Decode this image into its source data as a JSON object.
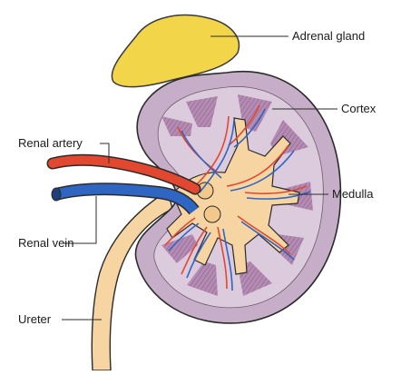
{
  "labels": {
    "adrenal_gland": "Adrenal gland",
    "cortex": "Cortex",
    "medulla": "Medulla",
    "renal_artery": "Renal artery",
    "renal_vein": "Renal vein",
    "ureter": "Ureter"
  },
  "colors": {
    "adrenal": "#f3d54a",
    "adrenal_stroke": "#3a3a3a",
    "kidney_outer": "#c7aec8",
    "kidney_inner": "#dccbdc",
    "pyramid": "#b48bb2",
    "pelvis": "#f7d5a2",
    "artery": "#e2472f",
    "vein": "#2f66c4",
    "outline": "#2b2b2b"
  }
}
